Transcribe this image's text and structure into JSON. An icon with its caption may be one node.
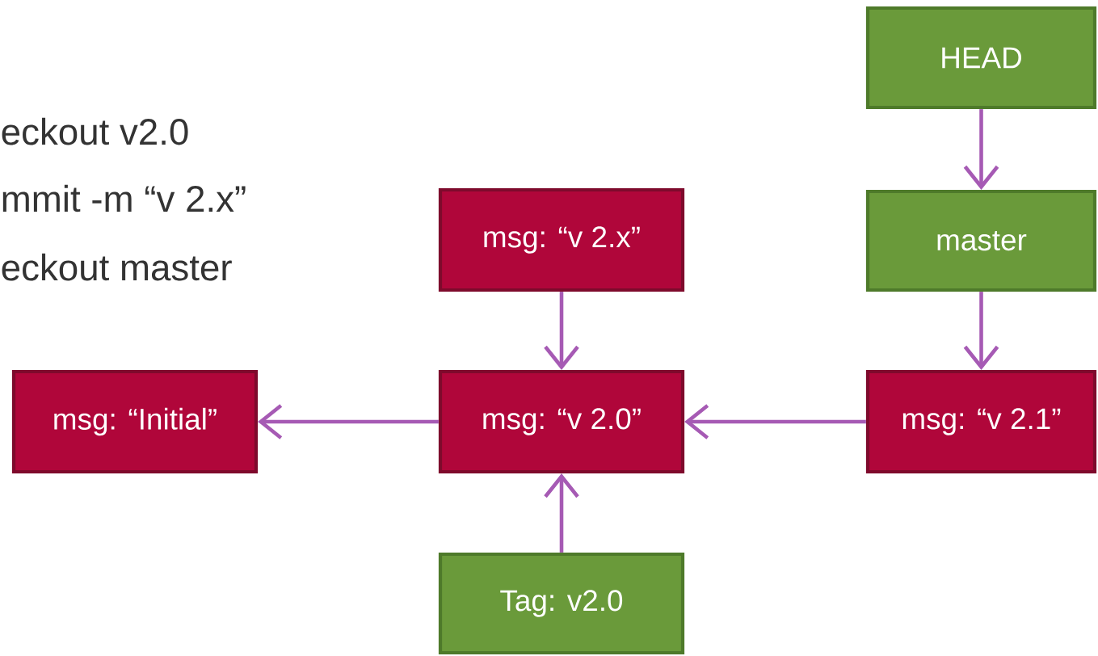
{
  "diagram": {
    "nodes": [
      {
        "text": [
          "HEAD"
        ]
      },
      {
        "text": [
          "master"
        ]
      },
      {
        "text": [
          "msg: “v 2.x”"
        ]
      },
      {
        "text": [
          "msg: “Initial”"
        ]
      },
      {
        "text": [
          "msg: “v 2.0”"
        ]
      },
      {
        "text": [
          "msg: “v 2.1”"
        ]
      },
      {
        "text": [
          "Tag: v2.0"
        ]
      }
    ],
    "edges": [
      {
        "from": 0,
        "to": 1,
        "arrow": "to"
      },
      {
        "from": 1,
        "to": 5,
        "arrow": "to"
      },
      {
        "from": 2,
        "to": 4,
        "arrow": "to"
      },
      {
        "from": 4,
        "to": 3,
        "arrow": "to"
      },
      {
        "from": 5,
        "to": 4,
        "arrow": "to"
      },
      {
        "from": 6,
        "to": 4,
        "arrow": "to"
      }
    ],
    "labels": [
      "eckout v2.0",
      "mmit -m “v 2.x”",
      "eckout master"
    ]
  }
}
